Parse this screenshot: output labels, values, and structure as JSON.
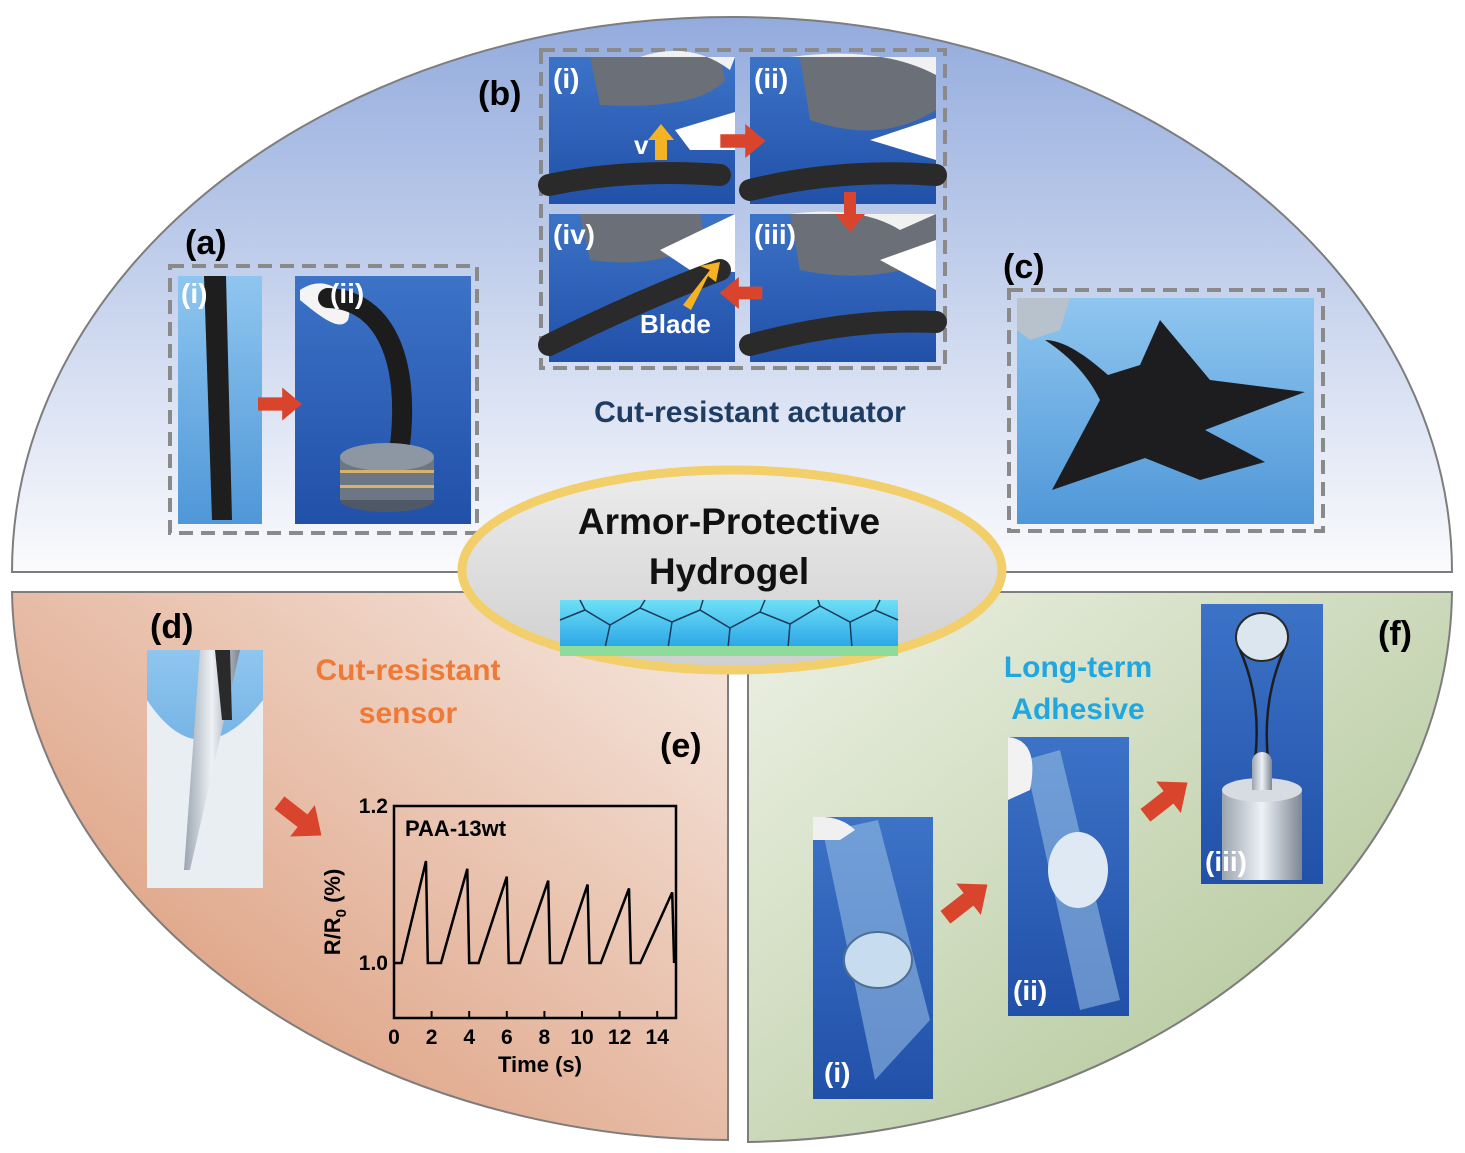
{
  "panels": {
    "a": {
      "label": "(a)",
      "sub": [
        "(i)",
        "(ii)"
      ]
    },
    "b": {
      "label": "(b)",
      "sub": [
        "(i)",
        "(ii)",
        "(iii)",
        "(iv)"
      ],
      "v_label": "v",
      "blade_label": "Blade",
      "caption": "Cut-resistant  actuator"
    },
    "c": {
      "label": "(c)"
    },
    "d": {
      "label": "(d)",
      "caption_line1": "Cut-resistant",
      "caption_line2": "sensor"
    },
    "e": {
      "label": "(e)"
    },
    "f": {
      "label": "(f)",
      "caption_line1": "Long-term",
      "caption_line2": "Adhesive",
      "sub": [
        "(i)",
        "(ii)",
        "(iii)"
      ]
    }
  },
  "center": {
    "title_line1": "Armor-Protective",
    "title_line2": "Hydrogel"
  },
  "colors": {
    "top_bg": "#9db4df",
    "sensor_bg": "#d99a7a",
    "adhesive_bg": "#b6c99b",
    "photo_blue": "#2f5fb4",
    "arrow_red": "#d9452c",
    "arrow_yellow": "#f5b324",
    "actuator_text": "#1f3d63",
    "sensor_text": "#ef7a37",
    "adhesive_text": "#20a7e0",
    "ellipse_border": "#f2cf6a"
  },
  "chart_data": {
    "type": "line",
    "title": "",
    "annotation": "PAA-13wt",
    "xlabel": "Time (s)",
    "ylabel": "R/R",
    "ylabel_sub": "0",
    "ylabel_unit": " (%)",
    "xlim": [
      0,
      15
    ],
    "ylim": [
      0.93,
      1.2
    ],
    "xticks": [
      0,
      2,
      4,
      6,
      8,
      10,
      12,
      14
    ],
    "yticks": [
      1.0,
      1.2
    ],
    "series": [
      {
        "x": [
          0,
          0.4,
          1.7,
          1.8,
          2.5,
          3.9,
          4.0,
          4.5,
          6.0,
          6.1,
          6.7,
          8.2,
          8.3,
          8.9,
          10.3,
          10.4,
          11.0,
          12.5,
          12.6,
          13.1,
          14.8,
          14.9
        ],
        "y": [
          1.0,
          1.0,
          1.13,
          1.0,
          1.0,
          1.12,
          1.0,
          1.0,
          1.11,
          1.0,
          1.0,
          1.105,
          1.0,
          1.0,
          1.1,
          1.0,
          1.0,
          1.095,
          1.0,
          1.0,
          1.09,
          1.0
        ]
      }
    ]
  }
}
